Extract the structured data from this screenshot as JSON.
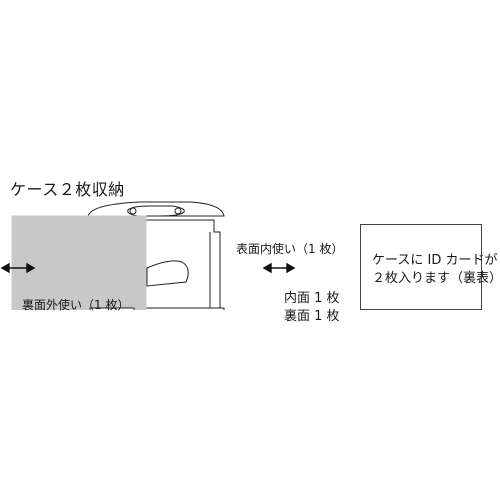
{
  "diagram": {
    "title": "ケース２枚収納",
    "labels": {
      "back_outer": "裏面外使い（1 枚）",
      "front_inner": "表面内使い（1 枚）",
      "inner_count": "内面 1 枚",
      "back_count": "裏面 1 枚"
    },
    "note": {
      "line1": "ケースに ID カードが",
      "line2": "２枚入ります（裏表）"
    },
    "colors": {
      "card_fill": "#c8c8c8",
      "line": "#222222"
    },
    "icons": {
      "left_arrow": "double-arrow-icon",
      "right_arrow": "double-arrow-icon"
    }
  }
}
